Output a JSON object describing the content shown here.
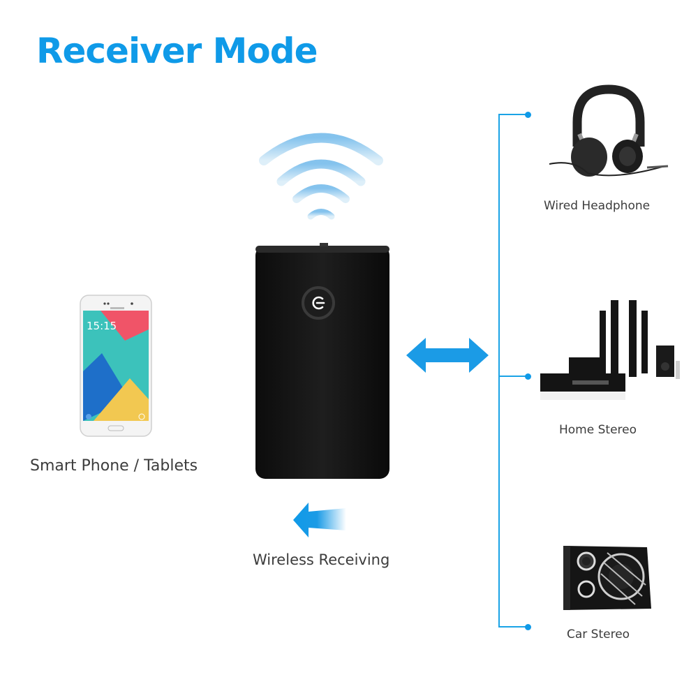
{
  "title": "Receiver Mode",
  "colors": {
    "accent": "#0f9ae8",
    "text": "#3c3c3c",
    "device": "#1a1a1a"
  },
  "source": {
    "label": "Smart Phone / Tablets",
    "icon": "smartphone-icon",
    "screen_time": "15:15"
  },
  "receiver": {
    "icon": "bluetooth-receiver-icon",
    "power_button_icon": "power-icon",
    "signal_icon": "wireless-signal-icon"
  },
  "flow": {
    "label": "Wireless Receiving",
    "incoming_arrow_icon": "arrow-left-icon",
    "link_arrow_icon": "double-arrow-icon"
  },
  "outputs": [
    {
      "label": "Wired Headphone",
      "icon": "headphone-icon"
    },
    {
      "label": "Home Stereo",
      "icon": "home-stereo-icon"
    },
    {
      "label": "Car Stereo",
      "icon": "car-subwoofer-icon"
    }
  ]
}
